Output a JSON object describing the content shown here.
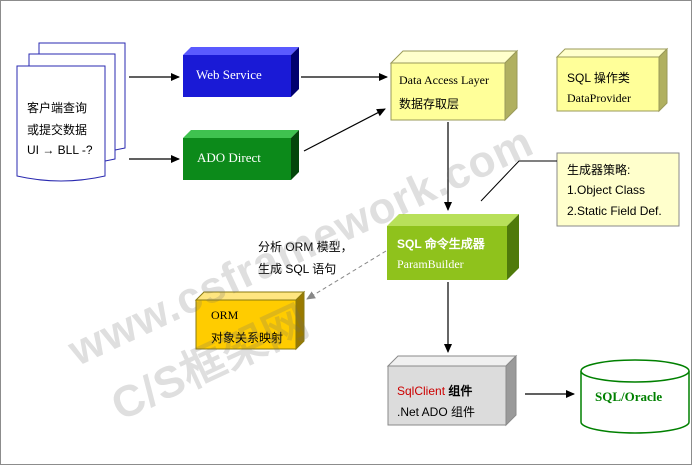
{
  "colors": {
    "blue_box": "#1a1ad6",
    "green_box": "#0c8a1a",
    "yellow_box": "#ffff99",
    "lime_box": "#8fc21c",
    "orange_box": "#ffcc00",
    "gray_box": "#dcdcdc",
    "db_green": "#008000"
  },
  "client": {
    "line1": "客户端查询",
    "line2": "或提交数据",
    "line3": "UI → BLL -?"
  },
  "web_service": {
    "label": "Web Service"
  },
  "ado_direct": {
    "label": "ADO Direct"
  },
  "dal": {
    "line1": "Data Access Layer",
    "line2": "数据存取层"
  },
  "sql_class": {
    "line1": "SQL 操作类",
    "line2": "DataProvider"
  },
  "strategy": {
    "title": "生成器策略:",
    "item1": "1.Object Class",
    "item2": "2.Static Field Def."
  },
  "sql_generator": {
    "line1": "SQL 命令生成器",
    "line2": "ParamBuilder"
  },
  "orm_note": {
    "line1": "分析 ORM 模型，",
    "line2": "生成 SQL 语句"
  },
  "orm": {
    "line1": "ORM",
    "line2": "对象关系映射"
  },
  "sqlclient": {
    "line1_red": "SqlClient",
    "line1_bold": " 组件",
    "line2": ".Net ADO 组件"
  },
  "database": {
    "label": "SQL/Oracle"
  },
  "watermark": {
    "line1": "www.csframework.com",
    "line2": "C/S框架网"
  }
}
